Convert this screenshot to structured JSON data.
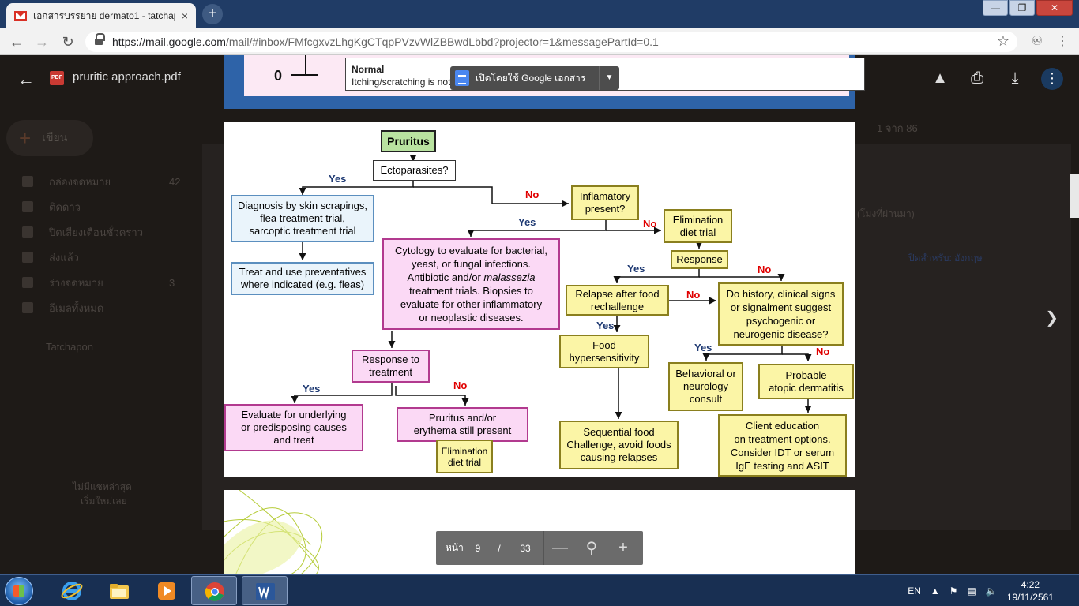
{
  "browser": {
    "tab_title": "เอกสารบรรยาย dermato1 - tatchap",
    "tab_close": "×",
    "new_tab": "+",
    "url_host": "https://mail.google.com",
    "url_path": "/mail/#inbox/FMfcgxvzLhgKgCTqpPVzvWlZBBwdLbbd?projector=1&messagePartId=0.1",
    "win_min": "—",
    "win_max": "❐",
    "win_close": "✕"
  },
  "viewer": {
    "file_name": "pruritic approach.pdf",
    "open_with": "เปิดโดยใช้ Google เอกสาร",
    "page_label": "หน้า",
    "page_current": "9",
    "page_sep": "/",
    "page_total": "33"
  },
  "gmail_bg": {
    "compose": "เขียน",
    "nav": [
      {
        "label": "กล่องจดหมาย",
        "count": "42"
      },
      {
        "label": "ติดดาว",
        "count": ""
      },
      {
        "label": "ปิดเสียงเตือนชั่วคราว",
        "count": ""
      },
      {
        "label": "ส่งแล้ว",
        "count": ""
      },
      {
        "label": "ร่างจดหมาย",
        "count": "3"
      },
      {
        "label": "อีเมลทั้งหมด",
        "count": ""
      }
    ],
    "account": "Tatchapon",
    "pager": "1 จาก 86",
    "ago": "(โมงที่ผ่านมา)",
    "close_lang": "ปิดสำหรับ: อังกฤษ",
    "no_chat_1": "ไม่มีแชทล่าสุด",
    "no_chat_2": "เริ่มใหม่เลย"
  },
  "prev_page": {
    "score": "0",
    "title": "Normal",
    "desc": "Itching/scratching is not a problem"
  },
  "flowchart": {
    "pruritus": "Pruritus",
    "ectoparasites": "Ectoparasites?",
    "diagnosis": [
      "Diagnosis by skin scrapings,",
      "flea treatment trial,",
      "sarcoptic treatment trial"
    ],
    "treat_prev": [
      "Treat and use preventatives",
      "where indicated (e.g. fleas)"
    ],
    "inflam": [
      "Inflamatory",
      "present?"
    ],
    "elim1": [
      "Elimination",
      "diet trial"
    ],
    "response1": "Response",
    "cyto": [
      "Cytology to evaluate for bacterial,",
      "yeast, or fungal infections.",
      "Antibiotic and/or",
      "malassezia",
      "treatment trials. Biopsies to",
      "evaluate for other inflammatory",
      "or neoplastic diseases."
    ],
    "relapse": [
      "Relapse after food",
      "rechallenge"
    ],
    "history": [
      "Do history, clinical signs",
      "or signalment suggest",
      "psychogenic or",
      "neurogenic disease?"
    ],
    "food_hyper": [
      "Food",
      "hypersensitivity"
    ],
    "behav": [
      "Behavioral or",
      "neurology",
      "consult"
    ],
    "atopic": [
      "Probable",
      "atopic dermatitis"
    ],
    "resp_treat": [
      "Response to",
      "treatment"
    ],
    "underlying": [
      "Evaluate for underlying",
      "or predisposing causes",
      "and treat"
    ],
    "still": [
      "Pruritus and/or",
      "erythema still present"
    ],
    "elim2": [
      "Elimination",
      "diet trial"
    ],
    "sequential": [
      "Sequential food",
      "Challenge, avoid foods",
      "causing relapses"
    ],
    "client": [
      "Client education",
      "on treatment options.",
      "Consider IDT or serum",
      "IgE testing and ASIT"
    ],
    "yes": "Yes",
    "no": "No"
  },
  "taskbar": {
    "lang": "EN",
    "time": "4:22",
    "date": "19/11/2561"
  },
  "colors": {
    "chrome_tabstrip": "#203c66",
    "flow_yes": "#1f3a73",
    "flow_no": "#e00000",
    "box_blue": "#eaf4fb",
    "box_pink": "#fbd9f5",
    "box_yellow": "#fbf5a6",
    "box_green": "#b9e3a0"
  }
}
